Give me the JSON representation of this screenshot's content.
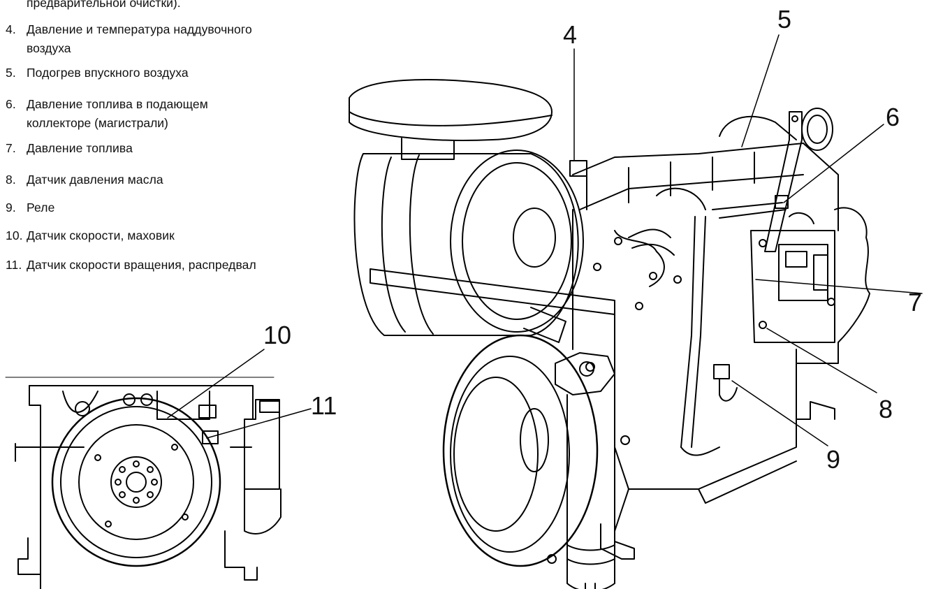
{
  "legend": {
    "top_cut_text": "предварительной очистки).",
    "items": [
      {
        "num": "4.",
        "line1": "Давление и температура наддувочного",
        "line2": "воздуха"
      },
      {
        "num": "5.",
        "line1": "Подогрев впускного воздуха"
      },
      {
        "num": "6.",
        "line1": "Давление топлива в подающем",
        "line2": "коллекторе (магистрали)"
      },
      {
        "num": "7.",
        "line1": "Давление топлива"
      },
      {
        "num": "8.",
        "line1": "Датчик давления масла"
      },
      {
        "num": "9.",
        "line1": "Реле"
      },
      {
        "num": "10.",
        "line1": "Датчик скорости, маховик"
      },
      {
        "num": "11.",
        "line1": "Датчик скорости вращения, распредвал"
      }
    ]
  },
  "callouts": {
    "c4": "4",
    "c5": "5",
    "c6": "6",
    "c7": "7",
    "c8": "8",
    "c9": "9",
    "c10": "10",
    "c11": "11"
  }
}
